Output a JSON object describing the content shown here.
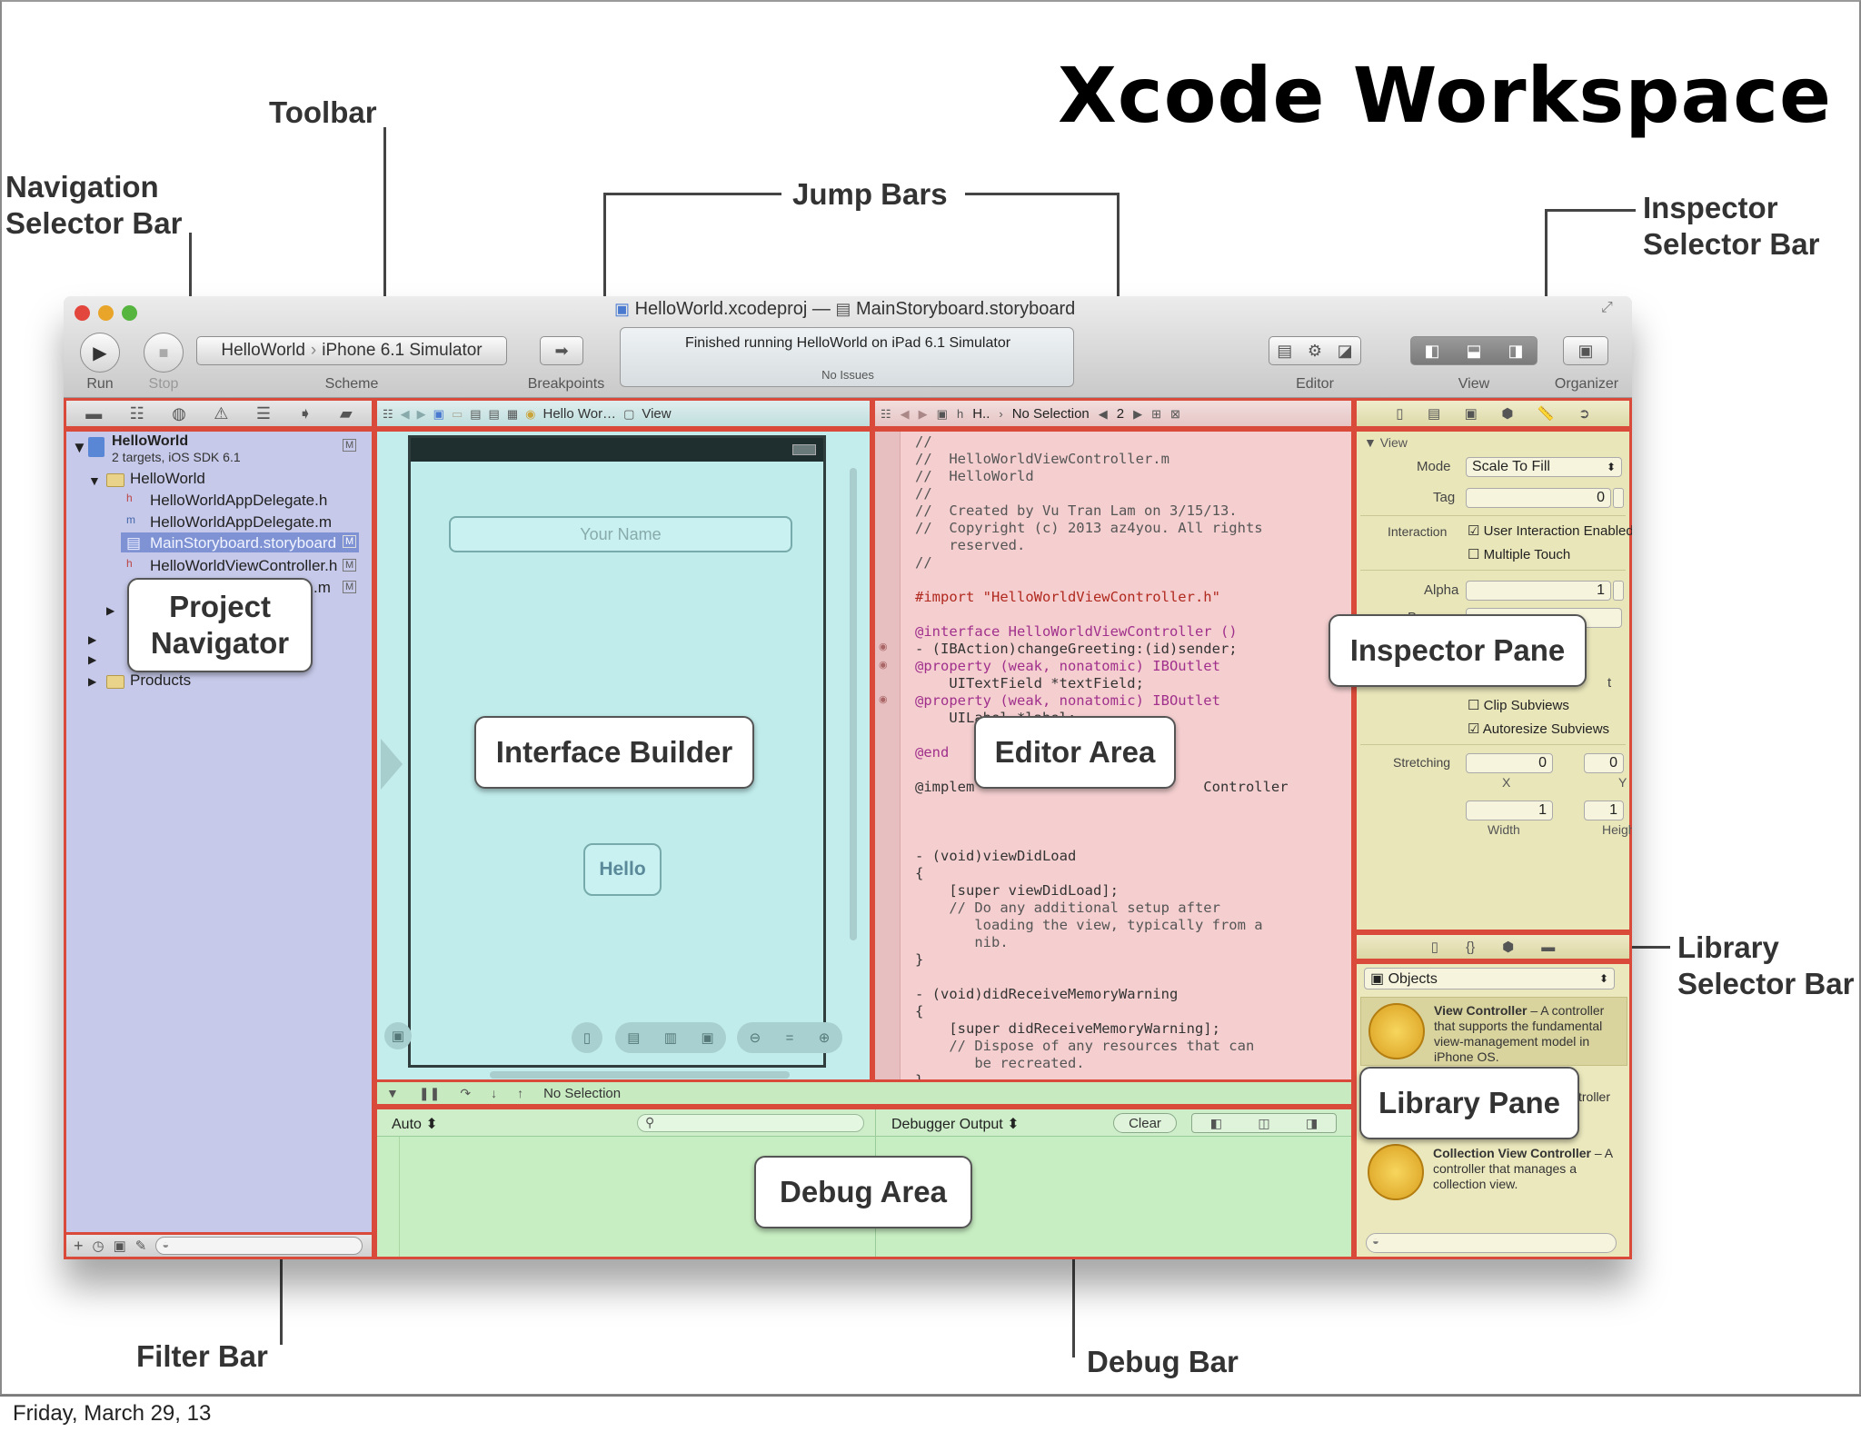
{
  "slide": {
    "title": "Xcode Workspace",
    "footer": "Friday, March 29, 13"
  },
  "callouts": {
    "toolbar": "Toolbar",
    "navigation_selector_bar": [
      "Navigation",
      "Selector Bar"
    ],
    "jump_bars": "Jump Bars",
    "inspector_selector_bar": [
      "Inspector",
      "Selector Bar"
    ],
    "library_selector_bar": [
      "Library",
      "Selector Bar"
    ],
    "filter_bar": "Filter Bar",
    "debug_bar": "Debug Bar",
    "project_navigator": [
      "Project",
      "Navigator"
    ],
    "interface_builder": "Interface Builder",
    "editor_area": "Editor Area",
    "inspector_pane": "Inspector Pane",
    "library_pane": "Library Pane",
    "debug_area": "Debug Area"
  },
  "window": {
    "title_project": "HelloWorld.xcodeproj",
    "title_sep": "—",
    "title_file": "MainStoryboard.storyboard",
    "status_main": "Finished running HelloWorld on iPad 6.1 Simulator",
    "status_sub": "No Issues",
    "toolbar": {
      "run": "Run",
      "stop": "Stop",
      "scheme_target": "HelloWorld",
      "scheme_device": "iPhone 6.1 Simulator",
      "scheme": "Scheme",
      "breakpoints": "Breakpoints",
      "editor": "Editor",
      "view": "View",
      "organizer": "Organizer"
    }
  },
  "navigator": {
    "project_name": "HelloWorld",
    "project_sub": "2 targets, iOS SDK 6.1",
    "group": "HelloWorld",
    "files": [
      "HelloWorldAppDelegate.h",
      "HelloWorldAppDelegate.m",
      "MainStoryboard.storyboard",
      "HelloWorldViewController.h",
      ".m"
    ],
    "badge": "M",
    "products": "Products"
  },
  "ib": {
    "jump_item": "Hello Wor…",
    "jump_view": "View",
    "text_field_placeholder": "Your Name",
    "button_label": "Hello"
  },
  "editor": {
    "jump_item": "H..",
    "jump_selection": "No Selection",
    "counter": "2",
    "code_lines": [
      {
        "t": "//",
        "c": "cm"
      },
      {
        "t": "//  HelloWorldViewController.m",
        "c": "cm"
      },
      {
        "t": "//  HelloWorld",
        "c": "cm"
      },
      {
        "t": "//",
        "c": "cm"
      },
      {
        "t": "//  Created by Vu Tran Lam on 3/15/13.",
        "c": "cm"
      },
      {
        "t": "//  Copyright (c) 2013 az4you. All rights",
        "c": "cm"
      },
      {
        "t": "    reserved.",
        "c": "cm"
      },
      {
        "t": "//",
        "c": "cm"
      },
      {
        "t": "",
        "c": ""
      },
      {
        "t": "#import \"HelloWorldViewController.h\"",
        "c": "str"
      },
      {
        "t": "",
        "c": ""
      },
      {
        "t": "@interface HelloWorldViewController ()",
        "c": "kw"
      },
      {
        "t": "- (IBAction)changeGreeting:(id)sender;",
        "c": ""
      },
      {
        "t": "@property (weak, nonatomic) IBOutlet",
        "c": "kw"
      },
      {
        "t": "    UITextField *textField;",
        "c": ""
      },
      {
        "t": "@property (weak, nonatomic) IBOutlet",
        "c": "kw"
      },
      {
        "t": "    UILabel *label;",
        "c": ""
      },
      {
        "t": "",
        "c": ""
      },
      {
        "t": "@end",
        "c": "kw"
      },
      {
        "t": "",
        "c": ""
      },
      {
        "t": "@implem                           Controller",
        "c": ""
      },
      {
        "t": "",
        "c": ""
      },
      {
        "t": "",
        "c": ""
      },
      {
        "t": "",
        "c": ""
      },
      {
        "t": "- (void)viewDidLoad",
        "c": ""
      },
      {
        "t": "{",
        "c": ""
      },
      {
        "t": "    [super viewDidLoad];",
        "c": ""
      },
      {
        "t": "    // Do any additional setup after",
        "c": "cm"
      },
      {
        "t": "       loading the view, typically from a",
        "c": "cm"
      },
      {
        "t": "       nib.",
        "c": "cm"
      },
      {
        "t": "}",
        "c": ""
      },
      {
        "t": "",
        "c": ""
      },
      {
        "t": "- (void)didReceiveMemoryWarning",
        "c": ""
      },
      {
        "t": "{",
        "c": ""
      },
      {
        "t": "    [super didReceiveMemoryWarning];",
        "c": ""
      },
      {
        "t": "    // Dispose of any resources that can",
        "c": "cm"
      },
      {
        "t": "       be recreated.",
        "c": "cm"
      },
      {
        "t": "}",
        "c": ""
      }
    ]
  },
  "inspector": {
    "section": "View",
    "mode_label": "Mode",
    "mode_value": "Scale To Fill",
    "tag_label": "Tag",
    "tag_value": "0",
    "interaction_label": "Interaction",
    "user_interaction": "User Interaction Enabled",
    "multiple_touch": "Multiple Touch",
    "alpha_label": "Alpha",
    "alpha_value": "1",
    "clip_subviews": "Clip Subviews",
    "autoresize_subviews": "Autoresize Subviews",
    "stretching_label": "Stretching",
    "stretch_x": "0",
    "stretch_y": "0",
    "stretch_w": "1",
    "stretch_h": "1",
    "x_label": "X",
    "y_label": "Y",
    "width_label": "Width",
    "height_label": "Height",
    "partial_b": "B",
    "partial_t": "t"
  },
  "library": {
    "filter": "Objects",
    "items": [
      {
        "title": "View Controller",
        "desc": " – A controller that supports the fundamental view-management model in iPhone OS."
      },
      {
        "title": "",
        "desc": "troller"
      },
      {
        "title": "Collection View Controller",
        "desc": " – A controller that manages a collection view."
      }
    ]
  },
  "debug": {
    "selection": "No Selection",
    "auto": "Auto ⬍",
    "output": "Debugger Output ⬍",
    "clear": "Clear"
  }
}
